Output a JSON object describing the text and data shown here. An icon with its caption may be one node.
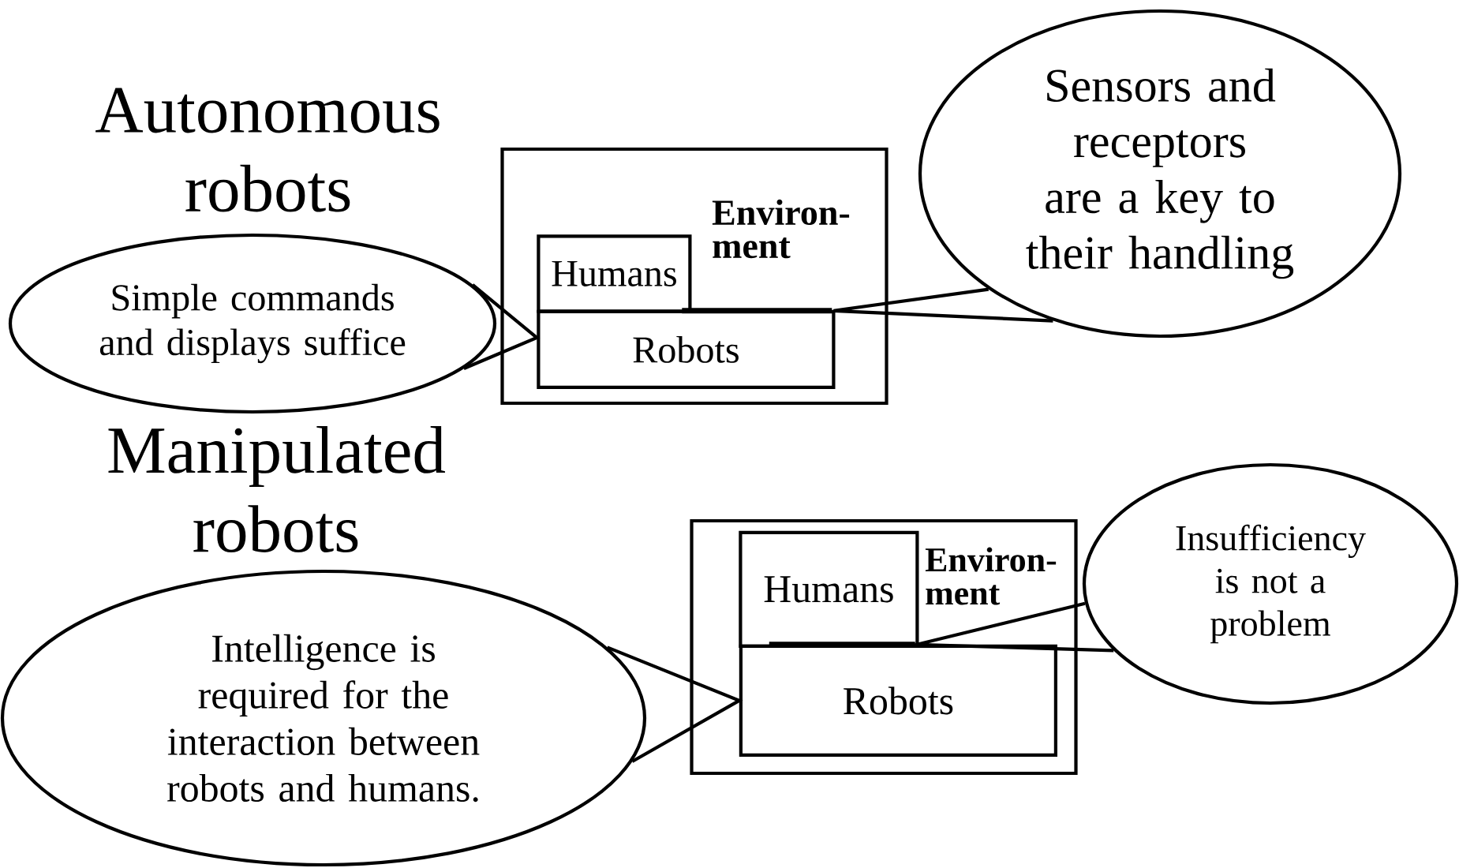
{
  "diagram": {
    "nodes": [
      {
        "text": [
          "Environ- ment"
        ]
      },
      {
        "text": [
          "Humans"
        ],
        "in": 0
      },
      {
        "text": [
          "Robots"
        ],
        "in": 0
      },
      {
        "text": [
          "Simple commands and displays suffice"
        ]
      },
      {
        "text": [
          "Sensors and receptors are a key to their handling"
        ]
      },
      {
        "text": [
          "Environ- ment"
        ]
      },
      {
        "text": [
          "Humans"
        ],
        "in": 5
      },
      {
        "text": [
          "Robots"
        ],
        "in": 5
      },
      {
        "text": [
          "Intelligence is required for the interaction between robots and humans."
        ]
      },
      {
        "text": [
          "Insufficiency is not a problem"
        ]
      },
      {
        "text": [],
        "shape": "bar",
        "in": 2
      },
      {
        "text": [],
        "shape": "bar",
        "in": 6
      }
    ],
    "edges": [
      {
        "from": 3,
        "to": 2,
        "arrow": "none"
      },
      {
        "from": 4,
        "to": 10,
        "arrow": "none"
      },
      {
        "from": 8,
        "to": 7,
        "arrow": "none"
      },
      {
        "from": 9,
        "to": 11,
        "arrow": "none"
      }
    ],
    "labels": [
      "Autonomous robots",
      "Manipulated robots"
    ]
  }
}
